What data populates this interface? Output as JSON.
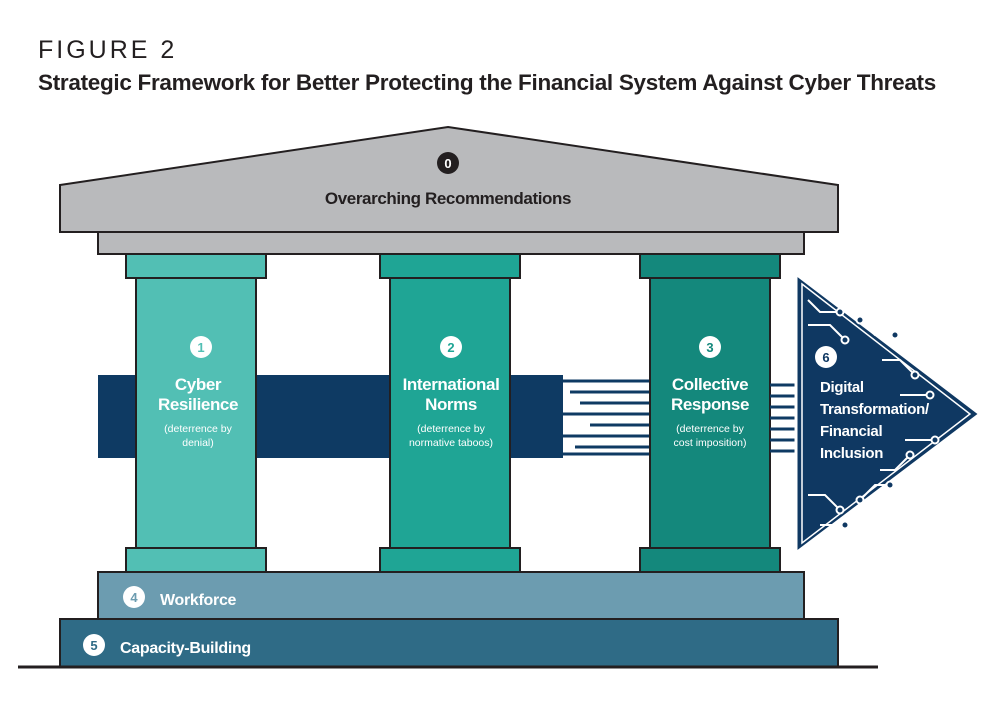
{
  "figure": {
    "label": "FIGURE 2",
    "title": "Strategic Framework for Better Protecting the Financial System Against Cyber Threats"
  },
  "roof": {
    "number": "0",
    "label": "Overarching Recommendations"
  },
  "pillars": [
    {
      "number": "1",
      "title_line1": "Cyber",
      "title_line2": "Resilience",
      "sub_line1": "(deterrence by",
      "sub_line2": "denial)",
      "color": "#52bfb4"
    },
    {
      "number": "2",
      "title_line1": "International",
      "title_line2": "Norms",
      "sub_line1": "(deterrence by",
      "sub_line2": "normative taboos)",
      "color": "#1fa595"
    },
    {
      "number": "3",
      "title_line1": "Collective",
      "title_line2": "Response",
      "sub_line1": "(deterrence by",
      "sub_line2": "cost imposition)",
      "color": "#14887c"
    }
  ],
  "steps": [
    {
      "number": "4",
      "label": "Workforce",
      "color": "#6c9cb0"
    },
    {
      "number": "5",
      "label": "Capacity-Building",
      "color": "#2f6b86"
    }
  ],
  "arrow": {
    "number": "6",
    "line1": "Digital",
    "line2": "Transformation/",
    "line3": "Financial",
    "line4": "Inclusion",
    "color": "#0f3862"
  }
}
